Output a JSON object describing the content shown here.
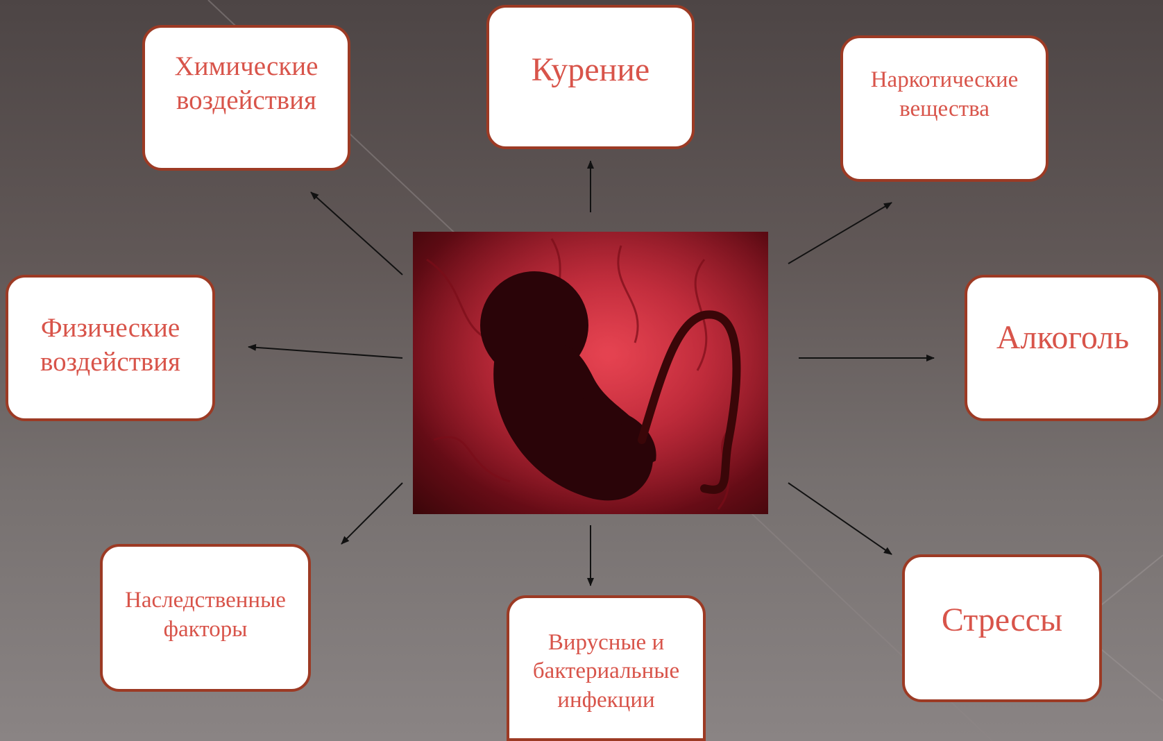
{
  "center_image": {
    "description_icon": "embryo-image"
  },
  "boxes": {
    "smoking": "Курение",
    "chemical": "Химические\nвоздействия",
    "narcotic": "Наркотические\nвещества",
    "physical": "Физические\nвоздействия",
    "alcohol": "Алкоголь",
    "hereditary": "Наследственные\nфакторы",
    "infections": "Вирусные и\nбактериальные\nинфекции",
    "stress": "Стрессы"
  },
  "colors": {
    "box_border": "#9c3a24",
    "box_text": "#d8544a",
    "arrow": "#111111"
  }
}
